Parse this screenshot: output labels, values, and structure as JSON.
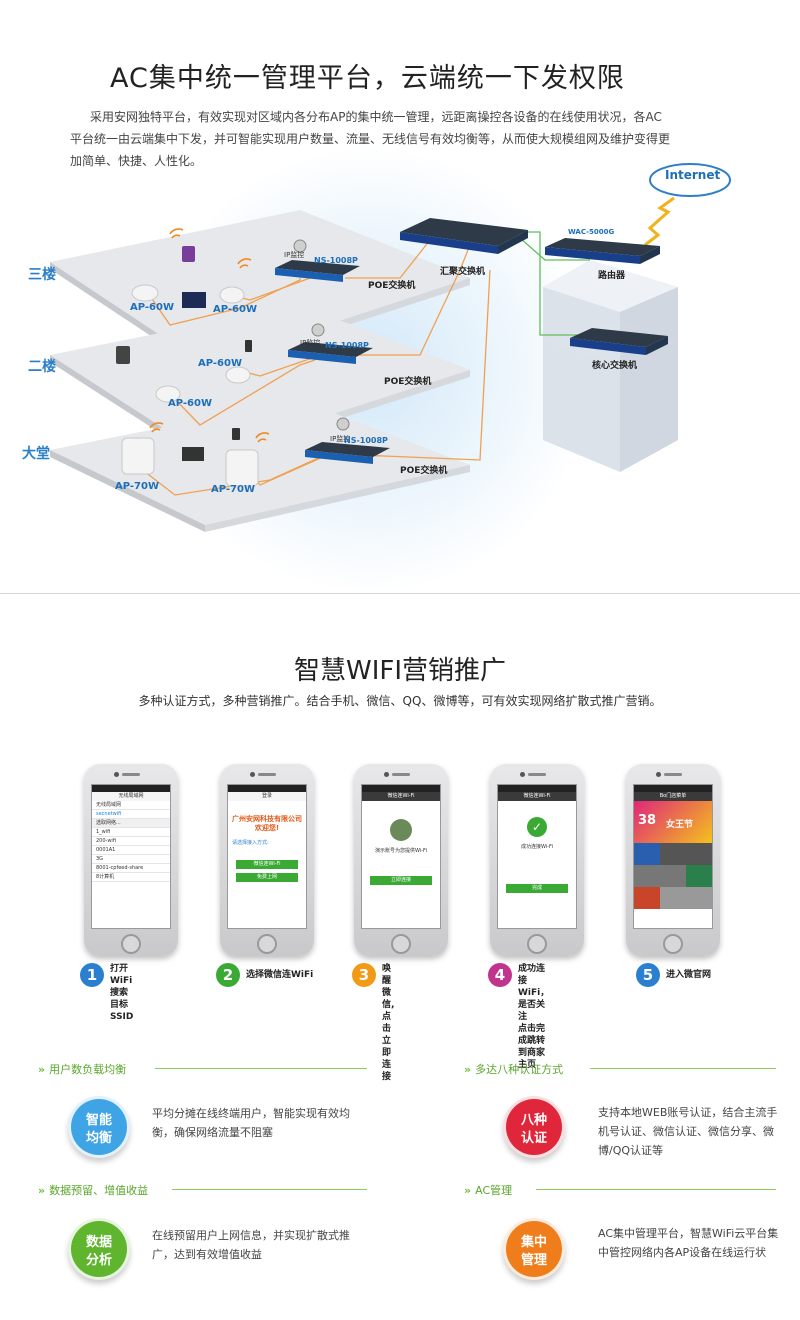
{
  "section1": {
    "title": "AC集中统一管理平台，云端统一下发权限",
    "intro": "采用安网独特平台，有效实现对区域内各分布AP的集中统一管理，远距离操控各设备的在线使用状况，各AC平台统一由云端集中下发，并可智能实现用户数量、流量、无线信号有效均衡等，从而使大规模组网及维护变得更加简单、快捷、人性化。",
    "floors": [
      "三楼",
      "二楼",
      "大堂"
    ],
    "ap_labels": {
      "f3_left": "AP-60W",
      "f3_right": "AP-60W",
      "f2_top": "AP-60W",
      "f2_bottom": "AP-60W",
      "f1_left": "AP-70W",
      "f1_right": "AP-70W"
    },
    "ns": "NS-1008P",
    "ip_cam": "IP监控",
    "poe_switch": "POE交换机",
    "agg_switch": "汇聚交换机",
    "router": "路由器",
    "router_model": "WAC-5000G",
    "core_switch": "核心交换机",
    "internet": "Internet"
  },
  "section2": {
    "title": "智慧WIFI营销推广",
    "subtitle": "多种认证方式，多种营销推广。结合手机、微信、QQ、微博等，可有效实现网络扩散式推广营销。",
    "phone1": {
      "nav": "无线局域网",
      "rows": [
        "无线局域网",
        "secnetwifi",
        "选取网络...",
        "1_wifi",
        "200-wifi",
        "0001A1",
        "3G",
        "8001-cpfeed-share",
        "8计算机"
      ]
    },
    "phone2": {
      "nav": "登录",
      "company": "广州安网科技有限公司欢迎您!",
      "hint": "请选择接入方式:",
      "btn1": "微信连Wi-Fi",
      "btn2": "免费上网"
    },
    "phone3": {
      "nav": "微信连Wi-Fi",
      "text": "演示账号为您提供Wi-Fi",
      "btn": "立即连接"
    },
    "phone4": {
      "nav": "微信连Wi-Fi",
      "text": "成功连接Wi-Fi",
      "btn": "完成"
    },
    "phone5": {
      "nav": "Bo门店菜单",
      "promo_num": "38",
      "promo_text": "女王节"
    },
    "steps": [
      {
        "num": "1",
        "text": "打开WiFi搜索\n目标SSID",
        "color": "#2a7fd0"
      },
      {
        "num": "2",
        "text": "选择微信连WiFi",
        "color": "#3aaa35"
      },
      {
        "num": "3",
        "text": "唤醒微信,\n点击立即连接",
        "color": "#f29a16"
      },
      {
        "num": "4",
        "text": "成功连接WiFi，是否关注\n点击完成跳转到商家主页",
        "color": "#c0348c"
      },
      {
        "num": "5",
        "text": "进入微官网",
        "color": "#2a7fd0"
      }
    ]
  },
  "section3": {
    "features": [
      {
        "head": "用户数负载均衡",
        "badge": "智能\n均衡",
        "text": "平均分摊在线终端用户，智能实现有效均衡，确保网络流量不阻塞",
        "color": "#3fa4e6"
      },
      {
        "head": "多达八种认证方式",
        "badge": "八种\n认证",
        "text": "支持本地WEB账号认证，结合主流手机号认证、微信认证、微信分享、微博/QQ认证等",
        "color": "#e0263b"
      },
      {
        "head": "数据预留、增值收益",
        "badge": "数据\n分析",
        "text": "在线预留用户上网信息，并实现扩散式推广，达到有效增值收益",
        "color": "#5fb52e"
      },
      {
        "head": "AC管理",
        "badge": "集中\n管理",
        "text": "AC集中管理平台，智慧WiFi云平台集中管控网络内各AP设备在线运行状",
        "color": "#f07d1c"
      }
    ]
  }
}
